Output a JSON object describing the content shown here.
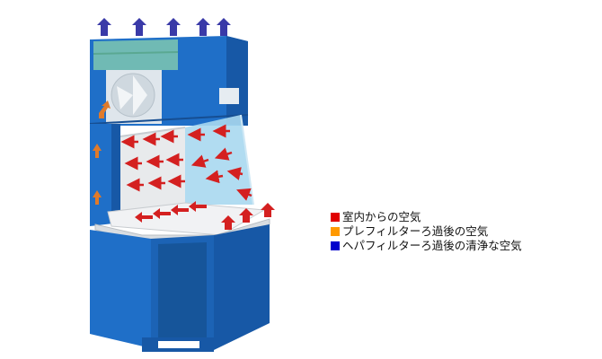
{
  "colors": {
    "cabinet_front": "#1f6fc8",
    "cabinet_side": "#1758a6",
    "cabinet_dark": "#0f3f80",
    "glass": "#a8d8ef",
    "interior": "#e8eaec",
    "red_arrow": "#d42020",
    "orange_arrow": "#e07a2a",
    "blue_arrow": "#3a3aa8"
  },
  "legend": [
    {
      "label": "室内からの空気",
      "color": "#e00000"
    },
    {
      "label": "プレフィルターろ過後の空気",
      "color": "#ff9900"
    },
    {
      "label": "ヘパフィルターろ過後の清浄な空気",
      "color": "#0000cc"
    }
  ]
}
